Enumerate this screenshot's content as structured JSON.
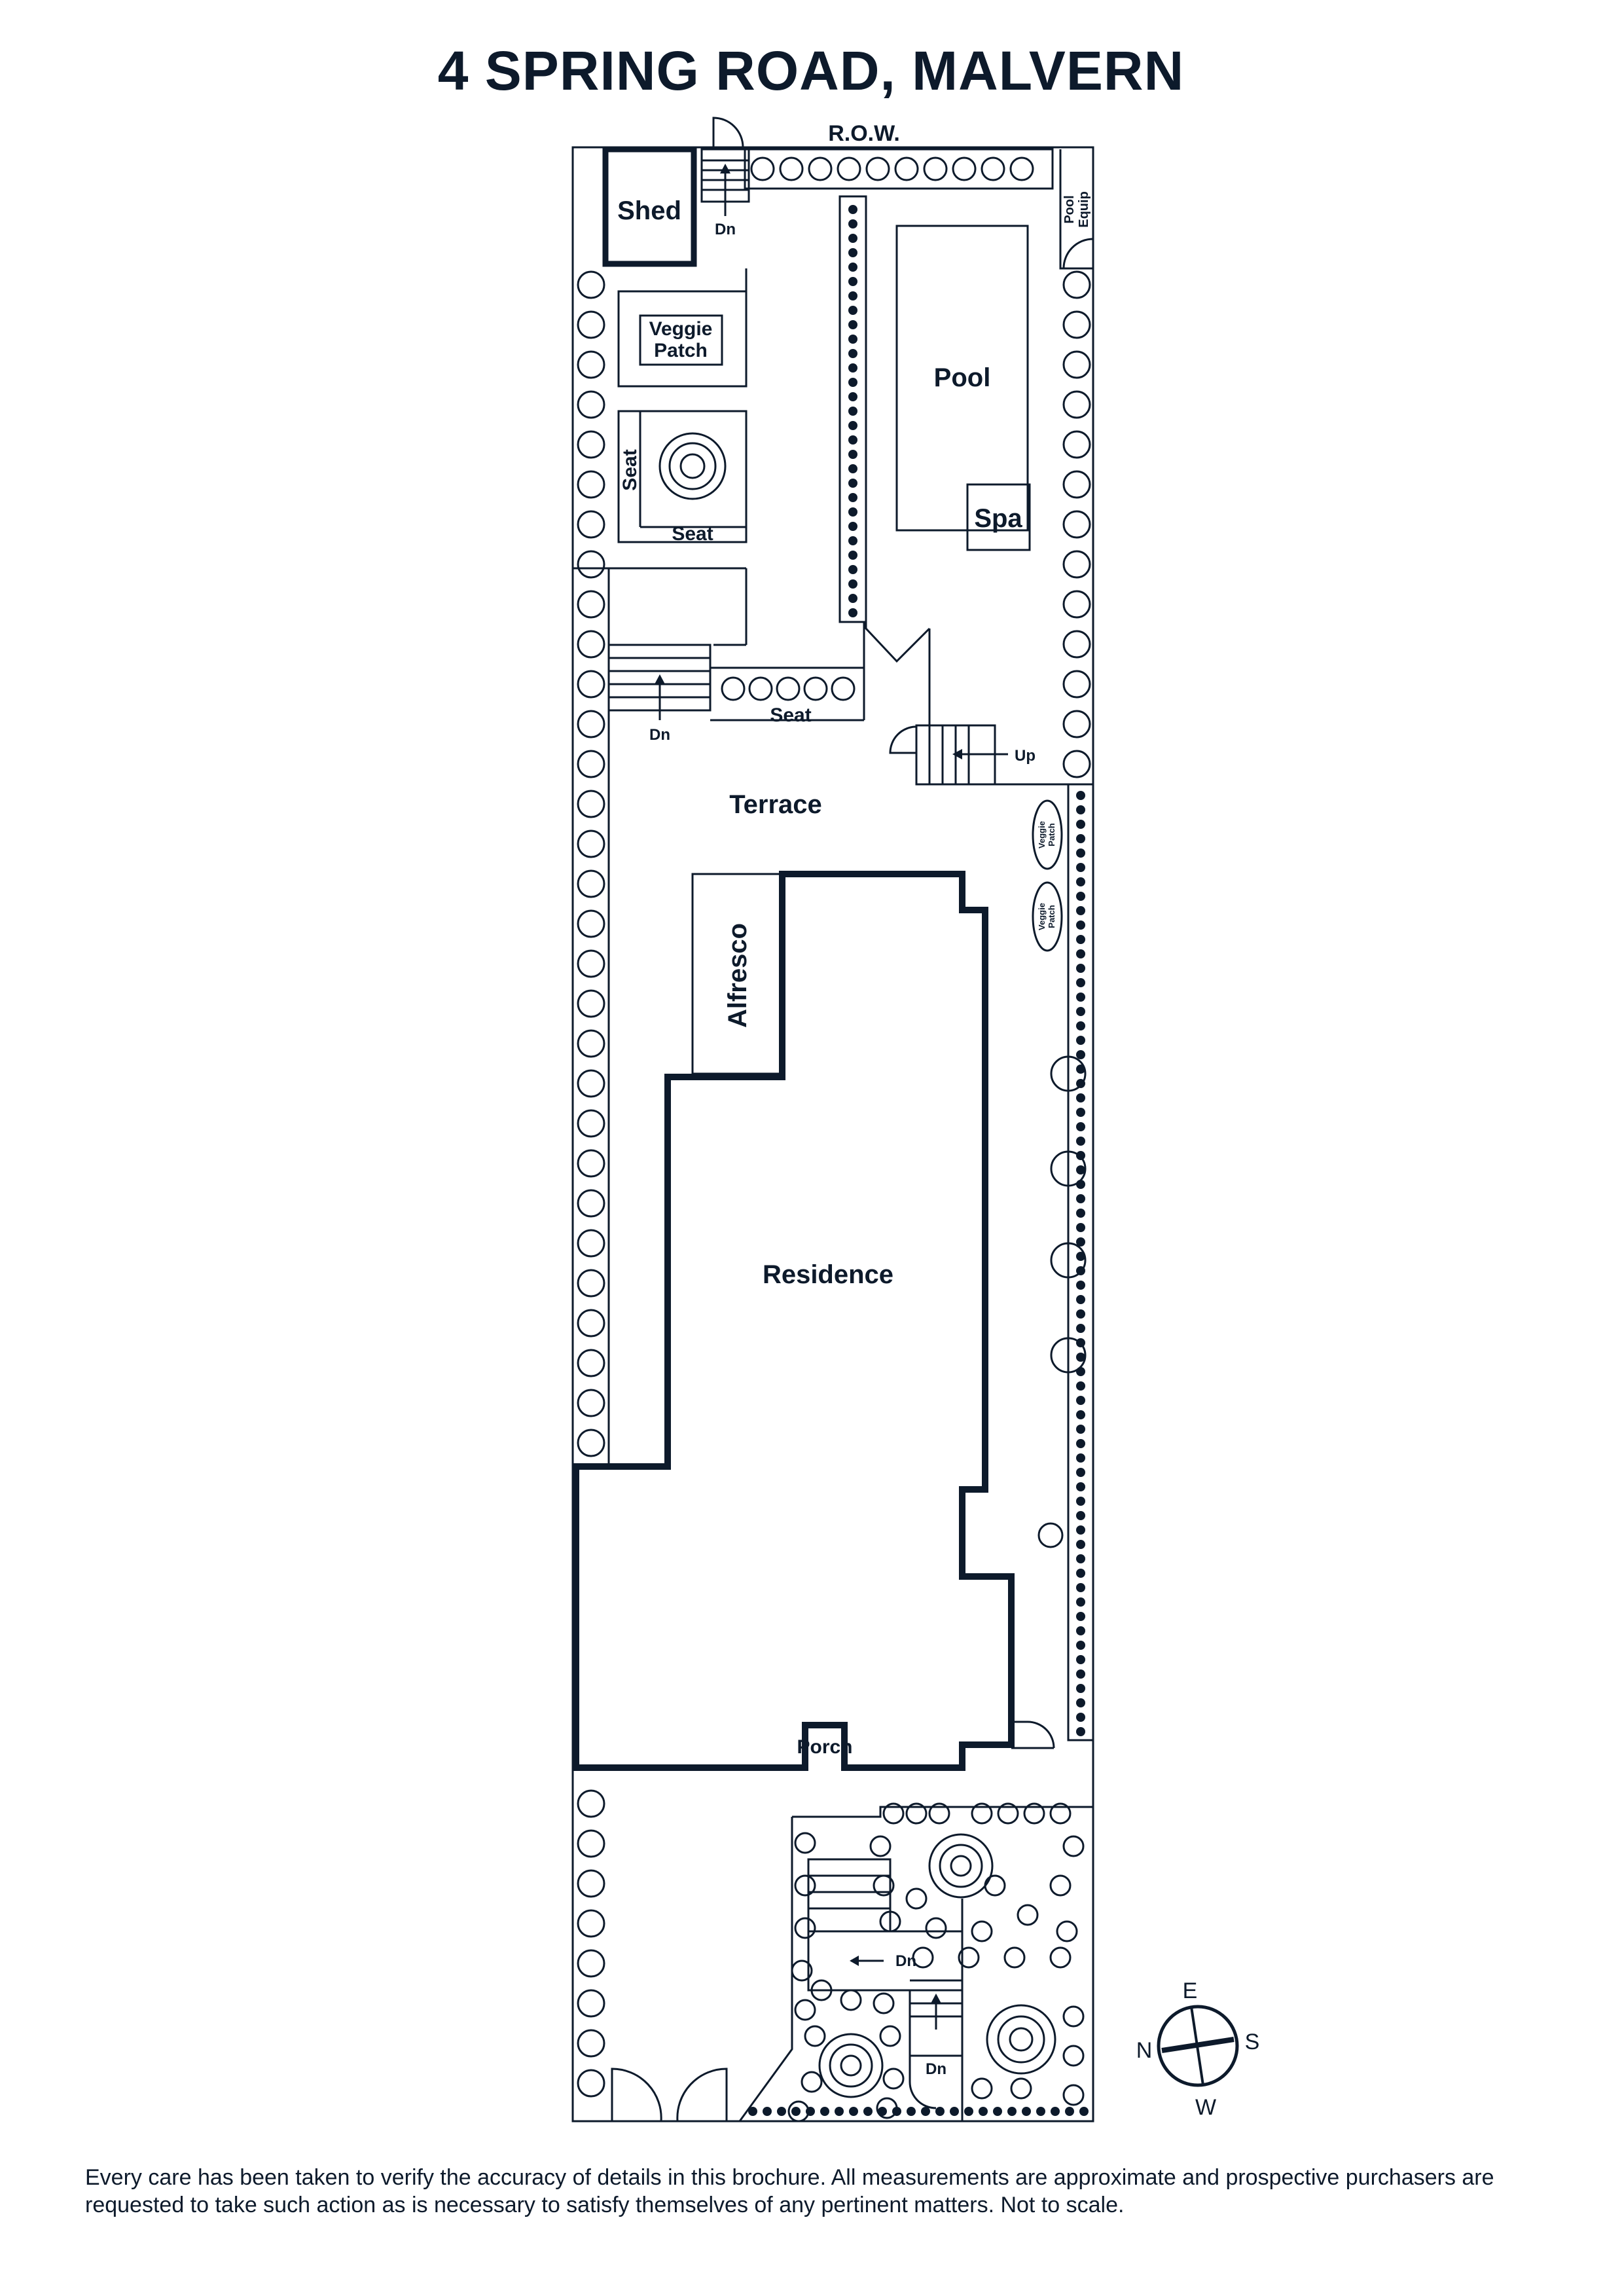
{
  "title": "4 SPRING ROAD, MALVERN",
  "labels": {
    "row": "R.O.W.",
    "shed": "Shed",
    "dn_top": "Dn",
    "pool_equip_1": "Pool",
    "pool_equip_2": "Equip",
    "veggie_1": "Veggie",
    "veggie_2": "Patch",
    "pool": "Pool",
    "spa": "Spa",
    "seat_vertical": "Seat",
    "seat_low": "Seat",
    "seat_terrace": "Seat",
    "dn_terrace": "Dn",
    "up": "Up",
    "terrace": "Terrace",
    "veggie_small_a1": "Veggie",
    "veggie_small_a2": "Patch",
    "veggie_small_b1": "Veggie",
    "veggie_small_b2": "Patch",
    "alfresco": "Alfresco",
    "residence": "Residence",
    "porch": "Porch",
    "dn_front_1": "Dn",
    "dn_front_2": "Dn"
  },
  "compass": {
    "n": "N",
    "e": "E",
    "s": "S",
    "w": "W"
  },
  "disclaimer": "Every care has been taken to verify the accuracy of details in this brochure. All measurements are approximate and prospective purchasers are requested to take such action as is necessary to satisfy themselves of any pertinent matters. Not to scale.",
  "colors": {
    "ink": "#0d1a2b",
    "paper": "#ffffff"
  }
}
